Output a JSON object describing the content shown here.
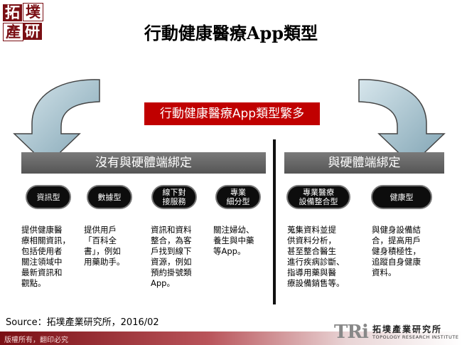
{
  "logo": {
    "chars": [
      "拓",
      "墣",
      "產",
      "研"
    ]
  },
  "title": "行動健康醫療App類型",
  "banner": "行動健康醫療App類型繁多",
  "groups": {
    "left": "沒有與硬體端綁定",
    "right": "與硬體端綁定"
  },
  "categories": [
    {
      "label": "資訊型",
      "description": "提供健康醫\n療相關資訊，\n包括使用者\n關注領域中\n最新資訊和\n觀點。"
    },
    {
      "label": "數據型",
      "description": "提供用戶\n「百科全\n書」，例如\n用藥助手。"
    },
    {
      "label": "線下對\n接服務",
      "description": "資訊和資料\n整合，為客\n戶找到線下\n資源，例如\n預約掛號類\nApp。"
    },
    {
      "label": "專業\n細分型",
      "description": "關注婦幼、\n養生與中藥\n等App。"
    },
    {
      "label": "專業醫療\n設備整合型",
      "description": "蒐集資料並提\n供資料分析，\n甚至整合醫生\n進行疾病診斷、\n指導用藥與醫\n療設備銷售等。"
    },
    {
      "label": "健康型",
      "description": "與健身設備結\n合，提高用戶\n健身積極性，\n追蹤自身健康\n資料。"
    }
  ],
  "source": "Source：拓墣產業研究所，2016/02",
  "copyright": "版權所有，翻印必究",
  "tri_logo": {
    "mark": "TRi",
    "name": "拓墣產業研究所",
    "subtitle": "TOPOLOGY RESEARCH INSTITUTE"
  },
  "colors": {
    "brand": "#7a0f14",
    "banner": "#c00000",
    "bar": "#6b6b6b",
    "pill": "#0d0d0d",
    "arrow": "#8fb0be"
  }
}
